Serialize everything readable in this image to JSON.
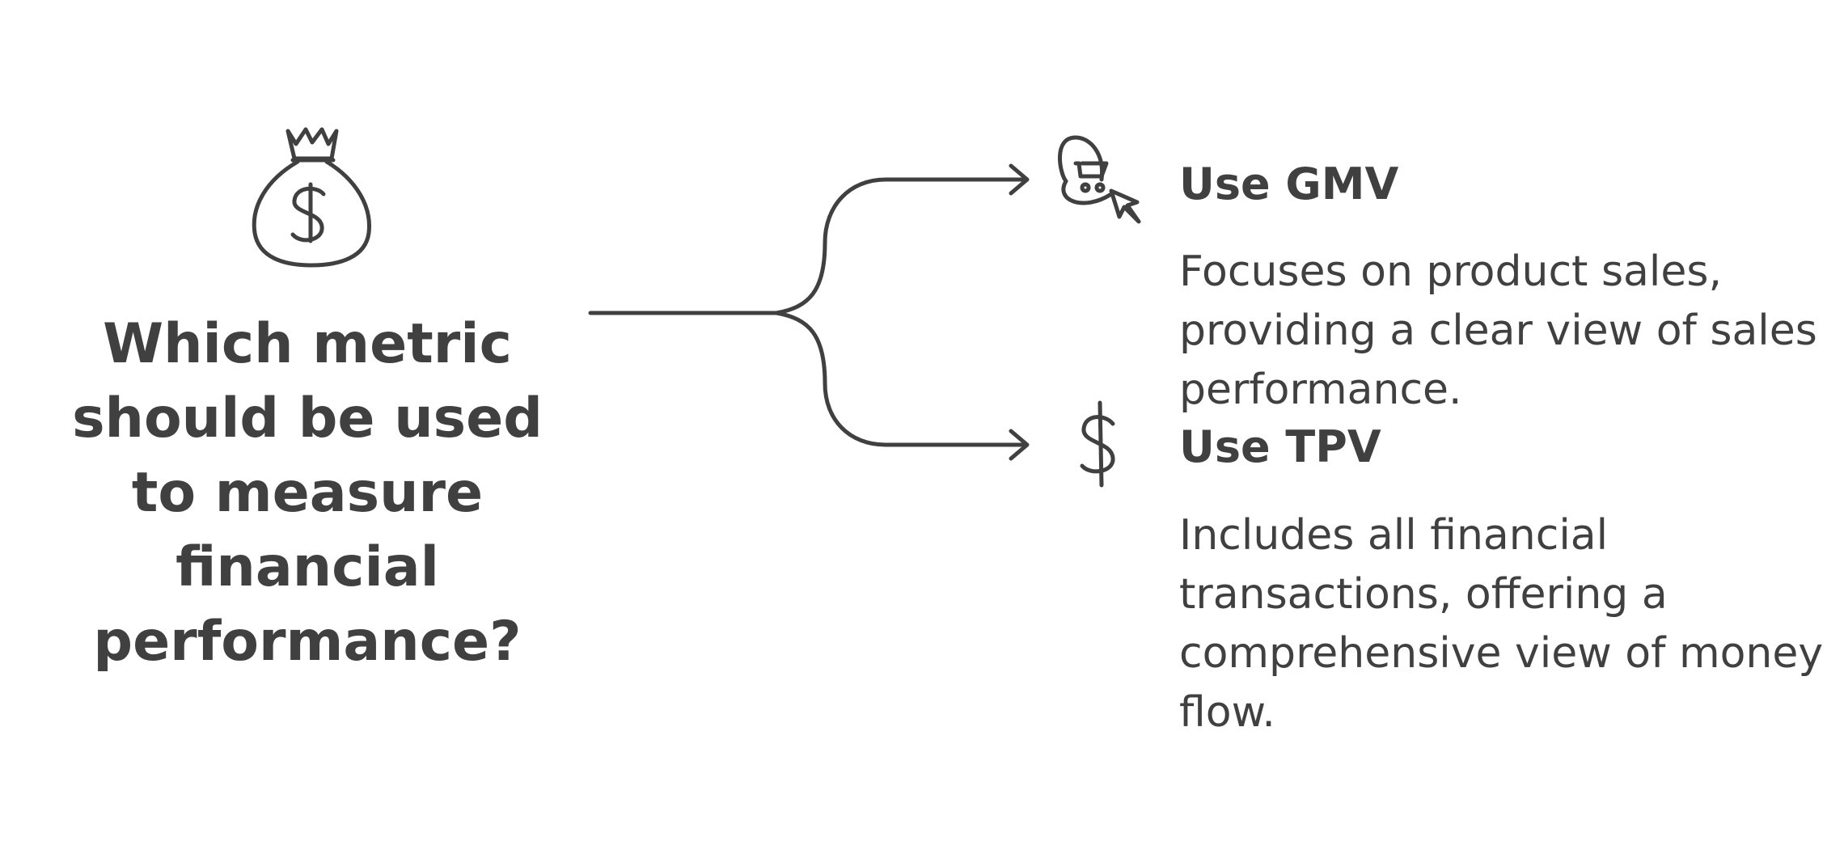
{
  "question": {
    "lines": [
      "Which metric",
      "should be used",
      "to measure",
      "financial",
      "performance?"
    ]
  },
  "options": [
    {
      "title": "Use GMV",
      "description": "Focuses on product sales, providing a clear view of sales performance.",
      "icon": "shopping-cart-click-icon"
    },
    {
      "title": "Use TPV",
      "description": "Includes all financial transactions, offering a comprehensive view of money flow.",
      "icon": "dollar-sign-icon"
    }
  ],
  "root_icon": "money-bag-icon",
  "colors": {
    "ink": "#404040",
    "background": "#ffffff"
  }
}
